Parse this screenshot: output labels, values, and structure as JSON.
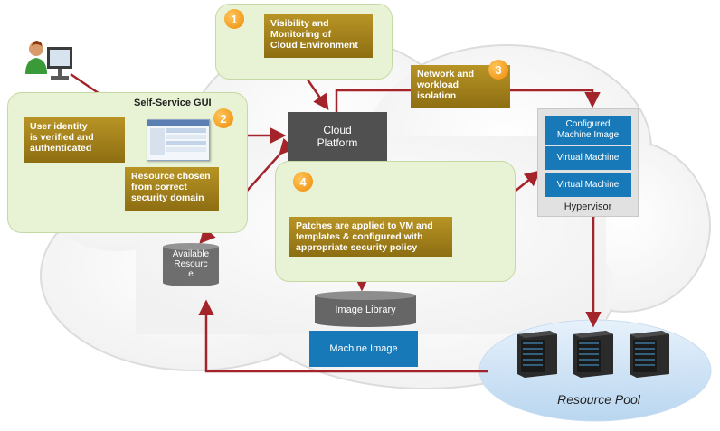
{
  "colors": {
    "arrow": "#a3242a",
    "panel": "#e8f2d4",
    "gold": "#a2821c",
    "blue": "#1779b8",
    "badge": "#f39a0e"
  },
  "steps": [
    {
      "number": "1",
      "text": "Visibility and\nMonitoring of\nCloud Environment"
    },
    {
      "number": "2",
      "text": "User identity\nis verified and\nauthenticated"
    },
    {
      "number": "3",
      "text": "Network and\nworkload\nisolation"
    },
    {
      "number": "4",
      "text": "Patches are applied to VM and\ntemplates &  configured with\nappropriate security policy"
    }
  ],
  "self_service": {
    "title": "Self-Service GUI",
    "resource_text": "Resource chosen\nfrom correct\nsecurity domain"
  },
  "cloud_platform": "Cloud\nPlatform",
  "hypervisor": {
    "label": "Hypervisor",
    "items": [
      "Configured\nMachine Image",
      "Virtual Machine",
      "Virtual Machine"
    ]
  },
  "available_resource": "Available\nResourc\ne",
  "image_library": "Image Library",
  "machine_image": "Machine Image",
  "resource_pool": "Resource Pool",
  "icons": {
    "user": "user-at-computer-icon",
    "gui": "gui-window-icon",
    "server": "server-rack-icon"
  }
}
